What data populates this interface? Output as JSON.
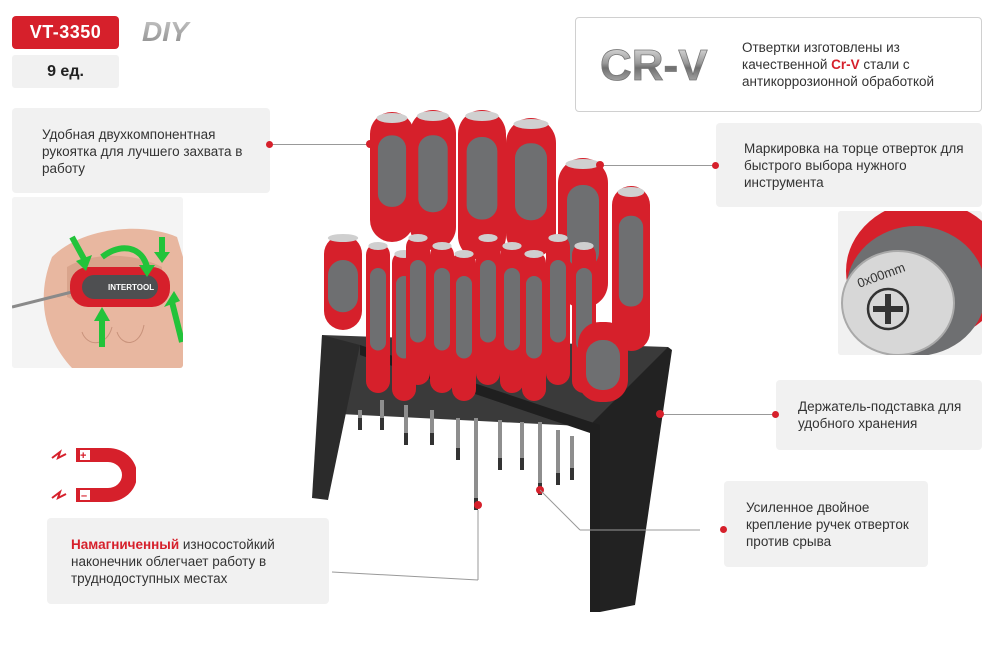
{
  "badge": {
    "sku": "VT-3350",
    "qty": "9 ед.",
    "diy_logo": "DIY"
  },
  "crv": {
    "logo": "CR-V",
    "text_before": "Отвертки изготовлены из качественной ",
    "highlight": "Cr-V",
    "text_after": " стали с антикоррозионной обработкой"
  },
  "callouts": {
    "handle": "Удобная двухкомпонентная рукоятка для лучшего захвата в работу",
    "marking": "Маркировка на торце отверток для быстрого выбора нужного инструмента",
    "stand": "Держатель-подставка для удобного хранения",
    "mount": "Усиленное двойное крепление ручек отверток против срыва",
    "magnet_highlight": "Намагниченный",
    "magnet_rest": " износостойкий наконечник облегчает работу в труднодоступных местах"
  },
  "product": {
    "brand": "INTERTOOL",
    "tip_marking": "0x00mm"
  },
  "magnet_icon": {
    "name": "magnet-icon",
    "plus": "+",
    "minus": "–"
  },
  "colors": {
    "accent": "#d6202b",
    "box": "#f1f1f1",
    "handle_grey": "#6e6f71",
    "stand": "#2a2a2a"
  }
}
